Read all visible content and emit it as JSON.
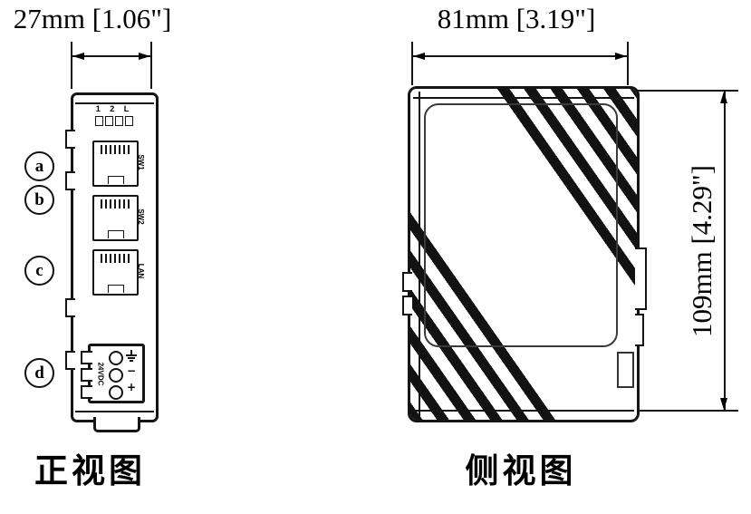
{
  "colors": {
    "line": "#141414",
    "background": "#ffffff",
    "stripe": "#121212"
  },
  "front_view": {
    "dimension_label": "27mm [1.06\"]",
    "caption": "正视图",
    "top_panel_label": "1 2 L",
    "ports": [
      {
        "label": "SW1",
        "callout": "a"
      },
      {
        "label": "SW2",
        "callout": "b"
      },
      {
        "label": "LAN",
        "callout": "c"
      }
    ],
    "power_connector": {
      "label": "24VDC",
      "callout": "d",
      "terminal_symbols": [
        "⏚",
        "−",
        "+"
      ]
    }
  },
  "side_view": {
    "width_dimension_label": "81mm [3.19\"]",
    "height_dimension_label": "109mm [4.29\"]",
    "caption": "侧视图"
  }
}
